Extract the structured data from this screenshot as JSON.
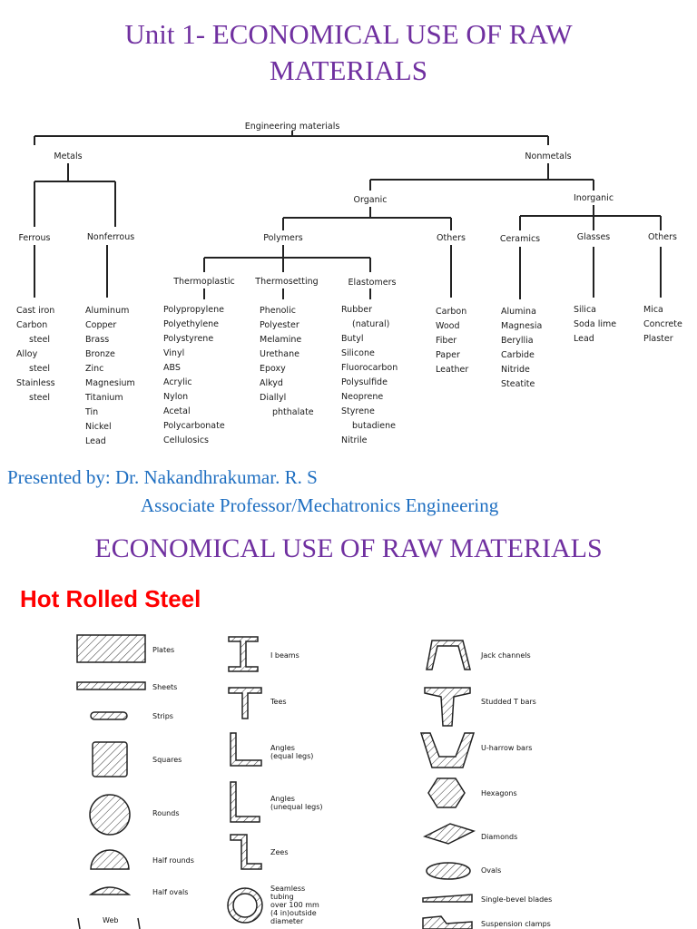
{
  "slide1": {
    "title_line1": "Unit 1- ECONOMICAL USE OF RAW",
    "title_line2": "MATERIALS",
    "presenter": "Presented by: Dr. Nakandhrakumar. R. S",
    "designation": "Associate Professor/Mechatronics Engineering"
  },
  "tree": {
    "root": "Engineering materials",
    "metals": "Metals",
    "nonmetals": "Nonmetals",
    "ferrous": "Ferrous",
    "nonferrous": "Nonferrous",
    "organic": "Organic",
    "inorganic": "Inorganic",
    "polymers": "Polymers",
    "organic_others": "Others",
    "ceramics": "Ceramics",
    "glasses": "Glasses",
    "inorganic_others": "Others",
    "thermoplastic": "Thermoplastic",
    "thermosetting": "Thermosetting",
    "elastomers": "Elastomers",
    "ferrous_items": [
      "Cast iron",
      "Carbon",
      "steel",
      "Alloy",
      "steel",
      "Stainless",
      "steel"
    ],
    "nonferrous_items": [
      "Aluminum",
      "Copper",
      "Brass",
      "Bronze",
      "Zinc",
      "Magnesium",
      "Titanium",
      "Tin",
      "Nickel",
      "Lead"
    ],
    "thermoplastic_items": [
      "Polypropylene",
      "Polyethylene",
      "Polystyrene",
      "Vinyl",
      "ABS",
      "Acrylic",
      "Nylon",
      "Acetal",
      "Polycarbonate",
      "Cellulosics"
    ],
    "thermosetting_items": [
      "Phenolic",
      "Polyester",
      "Melamine",
      "Urethane",
      "Epoxy",
      "Alkyd",
      "Diallyl",
      "phthalate"
    ],
    "elastomers_items": [
      "Rubber",
      "(natural)",
      "Butyl",
      "Silicone",
      "Fluorocarbon",
      "Polysulfide",
      "Neoprene",
      "Styrene",
      "butadiene",
      "Nitrile"
    ],
    "organic_other_items": [
      "Carbon",
      "Wood",
      "Fiber",
      "Paper",
      "Leather"
    ],
    "ceramics_items": [
      "Alumina",
      "Magnesia",
      "Beryllia",
      "Carbide",
      "Nitride",
      "Steatite"
    ],
    "glasses_items": [
      "Silica",
      "Soda lime",
      "Lead"
    ],
    "inorganic_other_items": [
      "Mica",
      "Concrete",
      "Plaster"
    ]
  },
  "slide2": {
    "title": "ECONOMICAL USE OF RAW MATERIALS",
    "subtitle": "Hot Rolled Steel"
  },
  "shapes": {
    "col1": [
      "Plates",
      "Sheets",
      "Strips",
      "Squares",
      "Rounds",
      "Half rounds",
      "Half ovals",
      "Web"
    ],
    "col2": [
      "I beams",
      "Tees",
      "Angles",
      "(equal legs)",
      "Angles",
      "(unequal legs)",
      "Zees",
      "Seamless",
      "tubing",
      "over 100 mm",
      "(4 in)outside",
      "diameter"
    ],
    "col3": [
      "Jack channels",
      "Studded T bars",
      "U-harrow bars",
      "Hexagons",
      "Diamonds",
      "Ovals",
      "Single-bevel blades",
      "Suspension clamps"
    ]
  },
  "colors": {
    "title": "#7030a0",
    "presenter": "#1f6fc1",
    "subhead": "#ff0000"
  }
}
